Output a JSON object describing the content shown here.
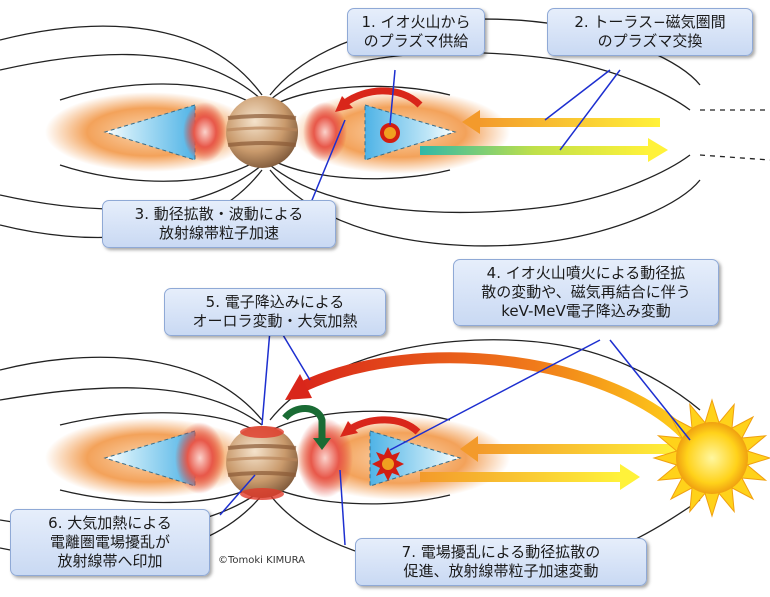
{
  "labels": {
    "l1": [
      "1. イオ火山から",
      "のプラズマ供給"
    ],
    "l2": [
      "2. トーラス−磁気圏間",
      "のプラズマ交換"
    ],
    "l3": [
      "3. 動径拡散・波動による",
      "放射線帯粒子加速"
    ],
    "l4": [
      "4. イオ火山噴火による動径拡",
      "散の変動や、磁気再結合に伴う",
      "keV-MeV電子降込み変動"
    ],
    "l5": [
      "5. 電子降込みによる",
      "オーロラ変動・大気加熱"
    ],
    "l6": [
      "6. 大気加熱による",
      "電離圏電場擾乱が",
      "放射線帯へ印加"
    ],
    "l7": [
      "7. 電場擾乱による動径拡散の",
      "促進、放射線帯粒子加速変動"
    ]
  },
  "credit": "©Tomoki KIMURA",
  "colors": {
    "box_fill_top": "#e6eefb",
    "box_fill_bottom": "#c9d9f3",
    "box_border": "#8fa9d6",
    "torus_orange": "#f3a25a",
    "belt_blue": "#8fd0ee",
    "aurora_red": "#e03a2a",
    "field_line": "#222222",
    "leader_line": "#1d2fd0",
    "sun_yellow": "#ffd21a",
    "io_red": "#d21d12"
  }
}
